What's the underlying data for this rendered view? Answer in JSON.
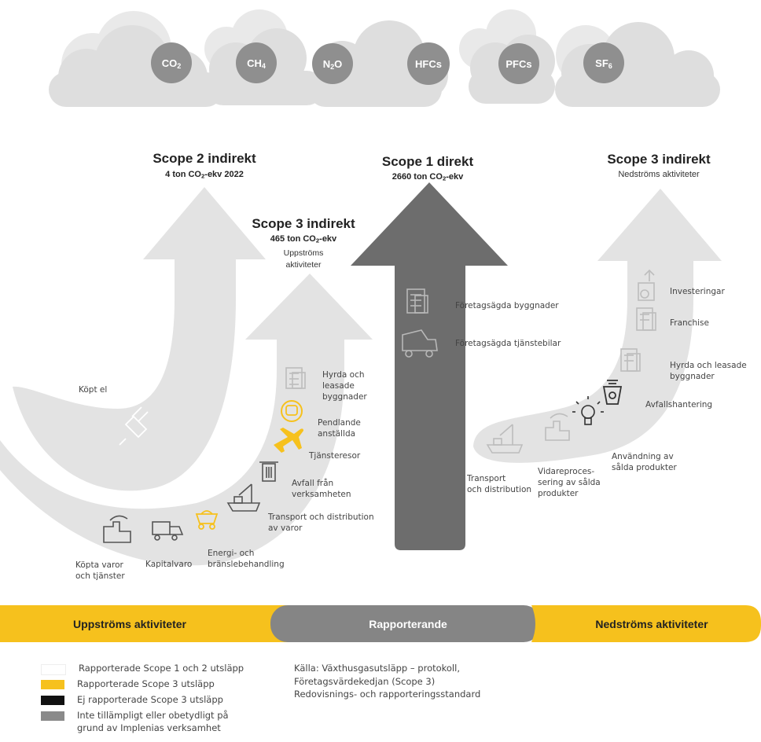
{
  "colors": {
    "cloud": "#dedede",
    "cloud_back": "#e9e9e9",
    "gas_circle": "#8f8f8f",
    "light_arrow": "#e3e3e3",
    "dark_arrow": "#6d6d6d",
    "upstream_bar": "#f6c11d",
    "reporting_bar": "#858585",
    "icon_light": "#bdbdbd",
    "icon_yellow": "#f6c11d",
    "icon_dark": "#555555"
  },
  "gases": [
    {
      "base": "CO",
      "sub": "2"
    },
    {
      "base": "CH",
      "sub": "4"
    },
    {
      "base": "N",
      "sub": "2",
      "tail": "O"
    },
    {
      "base": "HFCs"
    },
    {
      "base": "PFCs"
    },
    {
      "base": "SF",
      "sub": "6"
    }
  ],
  "scope2": {
    "title": "Scope 2 indirekt",
    "value_pre": "4 ton CO",
    "value_sub": "2",
    "value_post": "-ekv 2022"
  },
  "scope1": {
    "title": "Scope 1 direkt",
    "value_pre": "2660 ton CO",
    "value_sub": "2",
    "value_post": "-ekv"
  },
  "scope3_down": {
    "title": "Scope 3 indirekt",
    "subtitle": "Nedströms aktiviteter"
  },
  "scope3_up": {
    "title": "Scope 3 indirekt",
    "value_pre": "465 ton CO",
    "value_sub": "2",
    "value_post": "-ekv",
    "sub_1": "Uppströms",
    "sub_2": "aktiviteter"
  },
  "labels": {
    "kopt_el": "Köpt el",
    "hyrda_up_1": "Hyrda och",
    "hyrda_up_2": "leasade",
    "hyrda_up_3": "byggnader",
    "pendlande_1": "Pendlande",
    "pendlande_2": "anställda",
    "tjansteresor": "Tjänsteresor",
    "avfall_1": "Avfall från",
    "avfall_2": "verksamheten",
    "transport_up_1": "Transport och distribution",
    "transport_up_2": "av varor",
    "energi_1": "Energi- och",
    "energi_2": "bränslebehandling",
    "kapitalvaro": "Kapitalvaro",
    "kopta_1": "Köpta varor",
    "kopta_2": "och tjänster",
    "foretag_bygg": "Företagsägda byggnader",
    "foretag_bil": "Företagsägda tjänstebilar",
    "investeringar": "Investeringar",
    "franchise": "Franchise",
    "hyrda_down_1": "Hyrda och leasade",
    "hyrda_down_2": "byggnader",
    "avfallshantering": "Avfallshantering",
    "anvandning_1": "Användning av",
    "anvandning_2": "sålda produkter",
    "vidare_1": "Vidareproces-",
    "vidare_2": "sering av sålda",
    "vidare_3": "produkter",
    "transport_down_1": "Transport",
    "transport_down_2": "och distribution"
  },
  "bar": {
    "upstream": "Uppströms aktiviteter",
    "reporting": "Rapporterande",
    "downstream": "Nedströms aktiviteter"
  },
  "legend": [
    {
      "label": "Rapporterade Scope 1 och 2 utsläpp",
      "color": "#ffffff"
    },
    {
      "label": "Rapporterade Scope 3 utsläpp",
      "color": "#f6c11d"
    },
    {
      "label": "Ej rapporterade Scope 3 utsläpp",
      "color": "#111111"
    },
    {
      "label_1": "Inte tillämpligt eller obetydligt på",
      "label_2": "grund av Implenias verksamhet",
      "color": "#8a8a8a"
    }
  ],
  "source": {
    "line1": "Källa: Växthusgasutsläpp – protokoll,",
    "line2": "Företagsvärdekedjan (Scope 3)",
    "line3": "Redovisnings- och rapporteringsstandard"
  }
}
